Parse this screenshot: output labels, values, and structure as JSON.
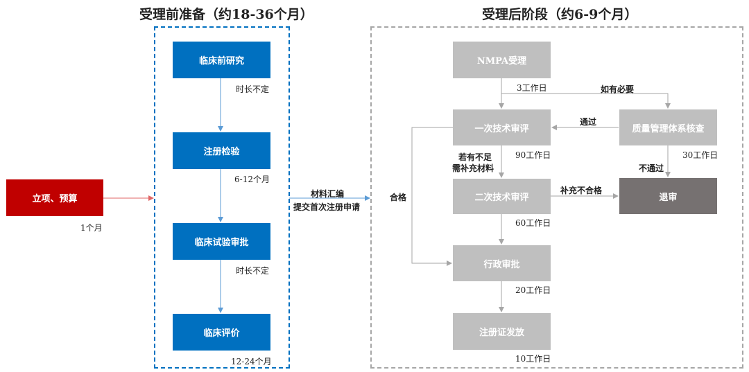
{
  "titles": {
    "pre": "受理前准备（约18-36个月）",
    "post": "受理后阶段（约6-9个月）"
  },
  "left": {
    "start": "立项、预算",
    "start_duration": "1个月"
  },
  "pre": {
    "steps": [
      "临床前研究",
      "注册检验",
      "临床试验审批",
      "临床评价"
    ],
    "durations": [
      "时长不定",
      "6-12个月",
      "时长不定",
      "12-24个月"
    ]
  },
  "middle": {
    "line1": "材料汇编",
    "line2": "提交首次注册申请"
  },
  "post": {
    "nmpa": "NMPA受理",
    "review1": "一次技术审评",
    "review2": "二次技术审评",
    "admin": "行政审批",
    "cert": "注册证发放",
    "quality": "质量管理体系核查",
    "reject": "退审",
    "d_nmpa": "3工作日",
    "d_review1": "90工作日",
    "d_review2": "60工作日",
    "d_admin": "20工作日",
    "d_cert": "10工作日",
    "d_quality": "30工作日",
    "if_needed": "如有必要",
    "pass": "通过",
    "fail": "不通过",
    "qualified": "合格",
    "insufficient_1": "若有不足",
    "insufficient_2": "需补充材料",
    "supplement_fail": "补充不合格"
  },
  "colors": {
    "blue": "#0070c0",
    "grey": "#bfbfbf",
    "red": "#c00000",
    "dark": "#767171"
  }
}
